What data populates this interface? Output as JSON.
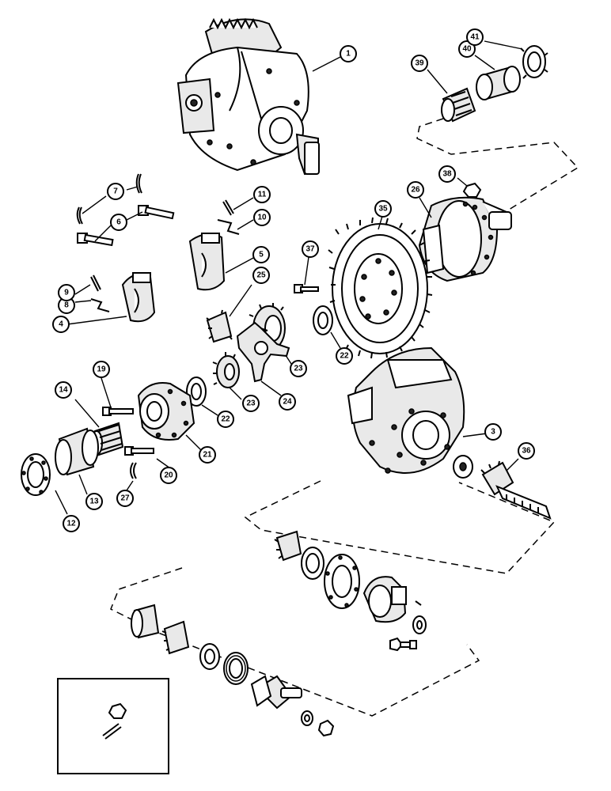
{
  "callouts": {
    "c1": "1",
    "c3": "3",
    "c4": "4",
    "c5": "5",
    "c6": "6",
    "c7": "7",
    "c8": "8",
    "c9": "9",
    "c10": "10",
    "c11": "11",
    "c12": "12",
    "c13": "13",
    "c14": "14",
    "c19": "19",
    "c20": "20",
    "c21": "21",
    "c22a": "22",
    "c22b": "22",
    "c23a": "23",
    "c23b": "23",
    "c24": "24",
    "c25": "25",
    "c26": "26",
    "c27": "27",
    "c35": "35",
    "c36": "36",
    "c37": "37",
    "c38": "38",
    "c39": "39",
    "c40": "40",
    "c41": "41"
  }
}
